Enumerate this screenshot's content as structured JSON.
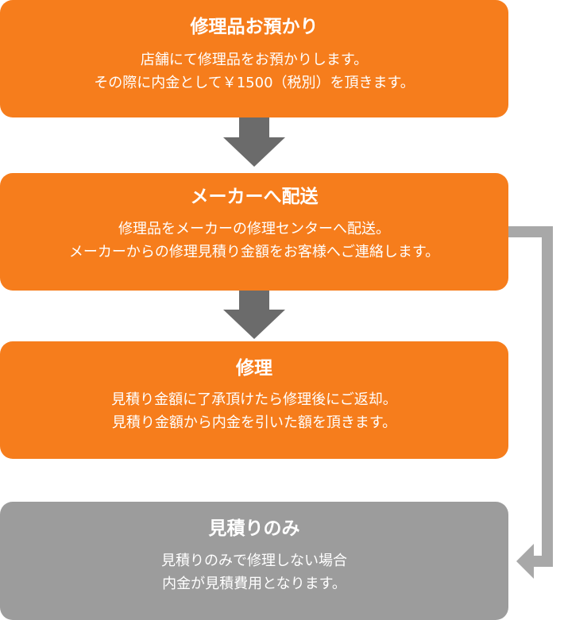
{
  "colors": {
    "step_orange": "#f67d1c",
    "step_gray": "#9c9c9c",
    "arrow_dark": "#6b6b6b",
    "arrow_light": "#a8a8a8"
  },
  "steps": [
    {
      "title": "修理品お預かり",
      "lines": [
        "店舗にて修理品をお預かりします。",
        "その際に内金として￥1500（税別）を頂きます。"
      ]
    },
    {
      "title": "メーカーへ配送",
      "lines": [
        "修理品をメーカーの修理センターへ配送。",
        "メーカーからの修理見積り金額をお客様へご連絡します。"
      ]
    },
    {
      "title": "修理",
      "lines": [
        "見積り金額に了承頂けたら修理後にご返却。",
        "見積り金額から内金を引いた額を頂きます。"
      ]
    },
    {
      "title": "見積りのみ",
      "lines": [
        "見積りのみで修理しない場合",
        "内金が見積費用となります。"
      ]
    }
  ],
  "icons": {
    "down_arrow": "down-arrow-icon",
    "branch_arrow": "branch-arrow-icon"
  }
}
